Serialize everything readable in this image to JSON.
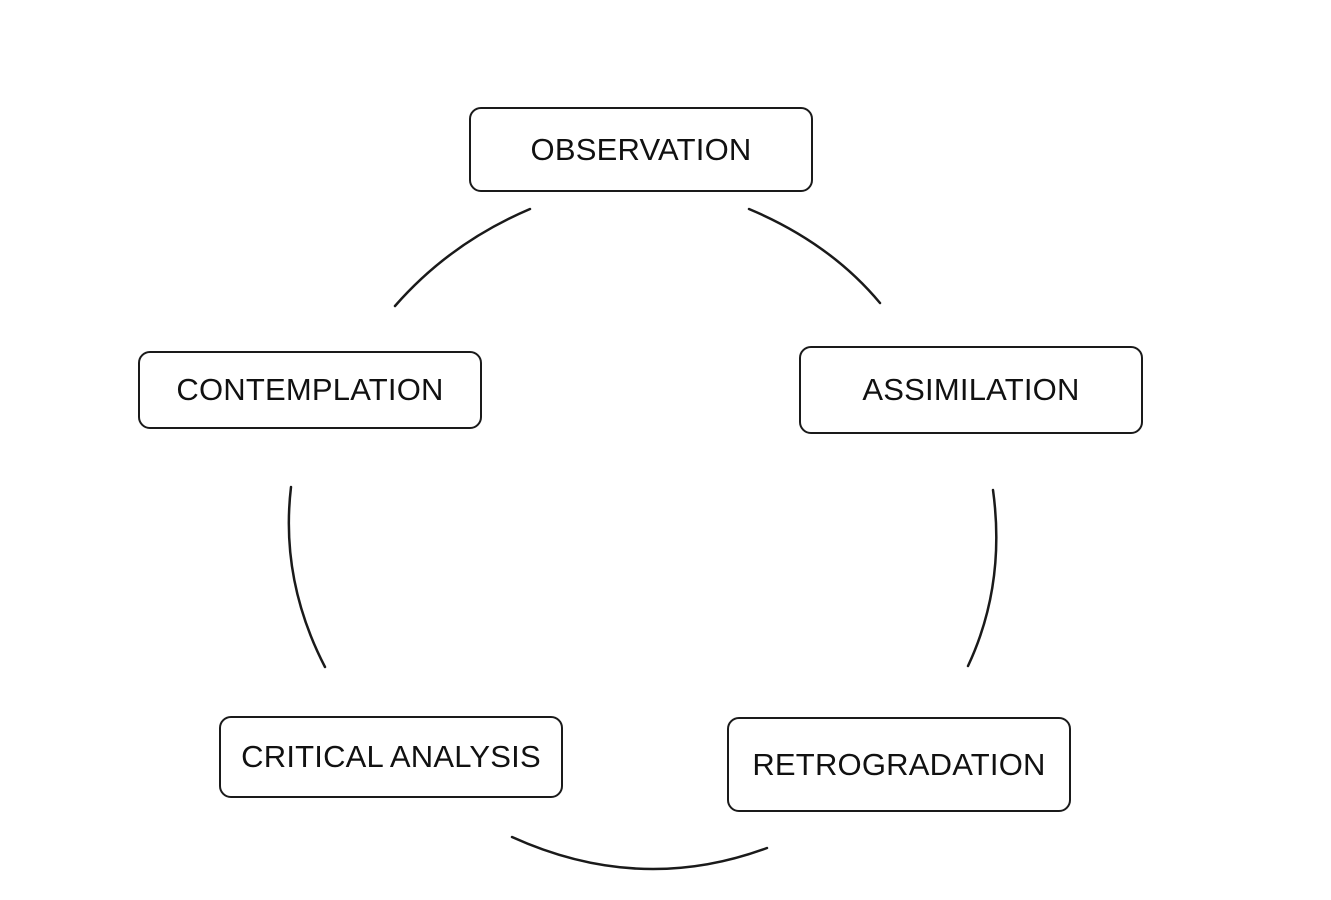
{
  "diagram": {
    "type": "cycle",
    "stages": [
      {
        "id": "observation",
        "label": "OBSERVATION"
      },
      {
        "id": "assimilation",
        "label": "ASSIMILATION"
      },
      {
        "id": "retrogradation",
        "label": "RETROGRADATION"
      },
      {
        "id": "critical-analysis",
        "label": "CRITICAL ANALYSIS"
      },
      {
        "id": "contemplation",
        "label": "CONTEMPLATION"
      }
    ],
    "connectors": [
      {
        "from": "observation",
        "to": "assimilation"
      },
      {
        "from": "assimilation",
        "to": "retrogradation"
      },
      {
        "from": "retrogradation",
        "to": "critical-analysis"
      },
      {
        "from": "critical-analysis",
        "to": "contemplation"
      },
      {
        "from": "contemplation",
        "to": "observation"
      }
    ],
    "colors": {
      "stroke": "#1a1a1a",
      "text": "#111111",
      "background": "#ffffff"
    }
  }
}
